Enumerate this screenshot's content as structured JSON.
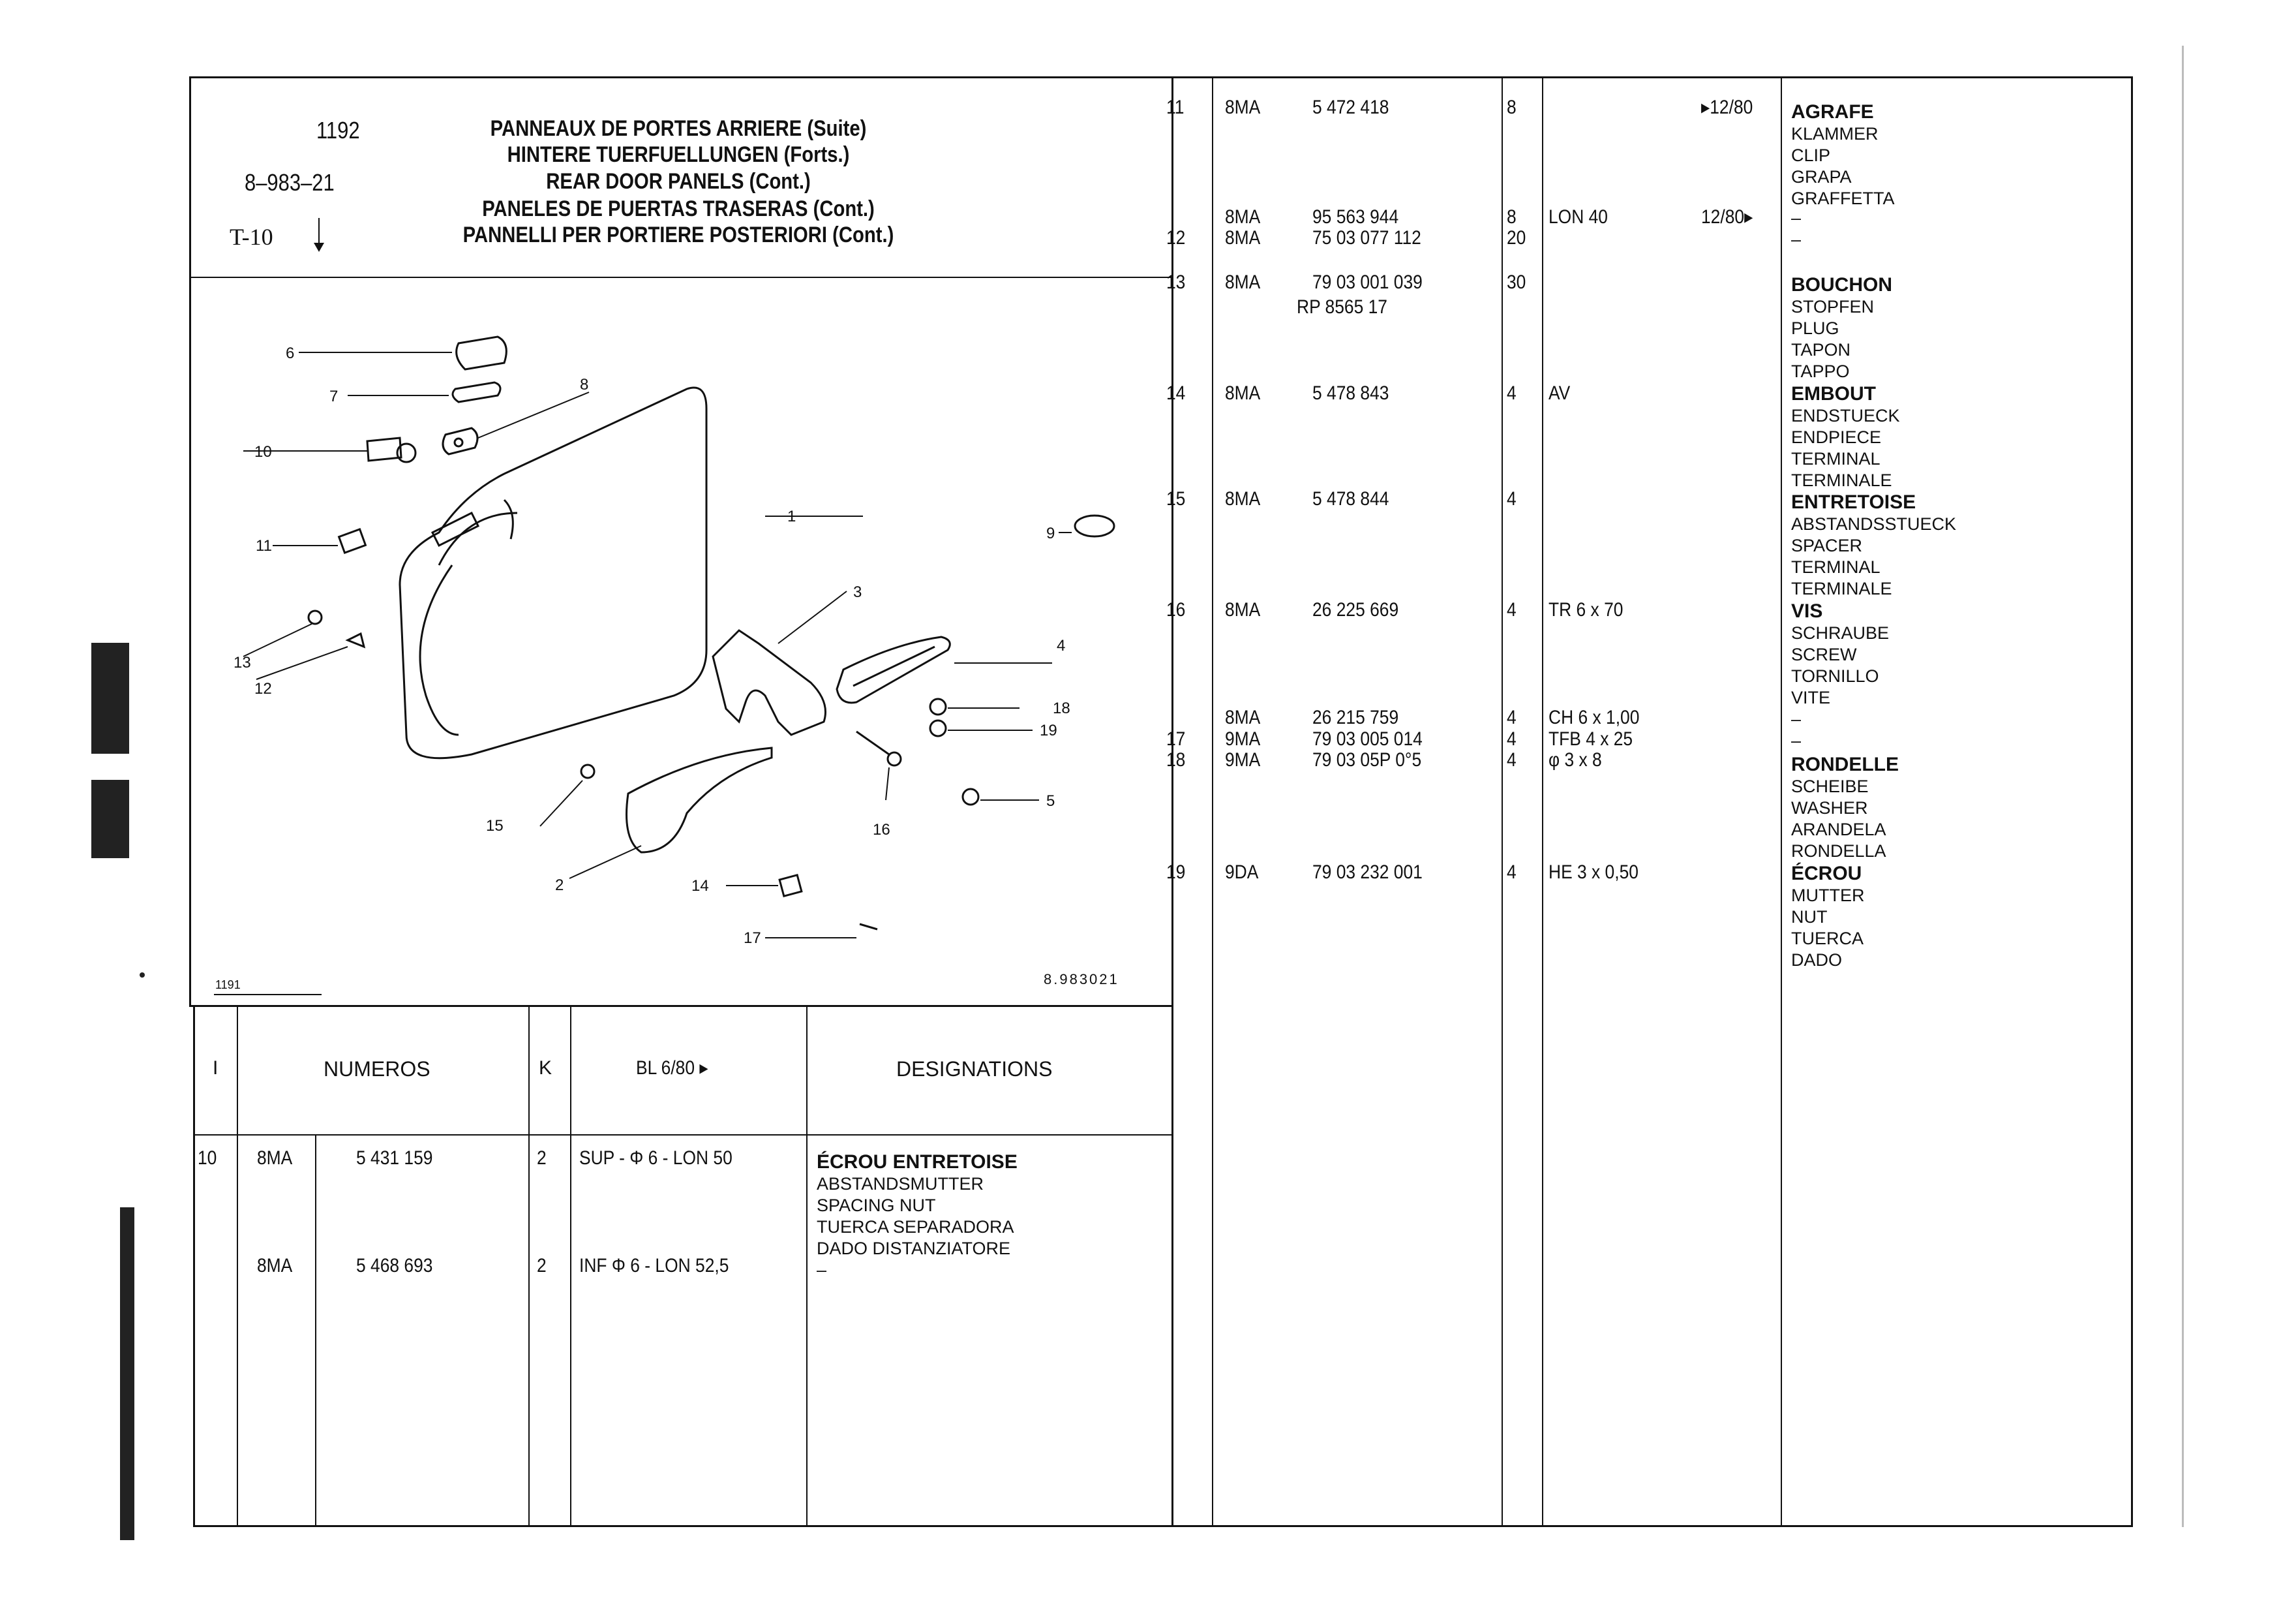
{
  "header": {
    "page_number": "1192",
    "ref_code": "8–983–21",
    "section_code": "T-10",
    "titles": [
      "PANNEAUX DE PORTES ARRIERE (Suite)",
      "HINTERE TUERFUELLUNGEN (Forts.)",
      "REAR DOOR PANELS (Cont.)",
      "PANELES DE PUERTAS TRASERAS (Cont.)",
      "PANNELLI PER PORTIERE POSTERIORI (Cont.)"
    ]
  },
  "diagram": {
    "figure_left_label": "1191",
    "figure_right_label": "8.983021",
    "callouts": [
      "1",
      "2",
      "3",
      "4",
      "5",
      "6",
      "7",
      "8",
      "9",
      "10",
      "11",
      "12",
      "13",
      "14",
      "15",
      "16",
      "17",
      "18",
      "19"
    ]
  },
  "table_header": {
    "col_index": "I",
    "col_numbers": "NUMEROS",
    "col_qty": "K",
    "col_remark": "BL 6/80 ▸",
    "col_designations": "DESIGNATIONS"
  },
  "left_rows": [
    {
      "index": "10",
      "prefix": "8MA",
      "number": "5 431 159",
      "qty": "2",
      "remark": "SUP - Φ 6 - LON 50"
    },
    {
      "index": "",
      "prefix": "8MA",
      "number": "5 468 693",
      "qty": "2",
      "remark": "INF Φ 6 - LON 52,5"
    }
  ],
  "left_designation": {
    "title": "ÉCROU ENTRETOISE",
    "lines": [
      "ABSTANDSMUTTER",
      "SPACING NUT",
      "TUERCA SEPARADORA",
      "DADO DISTANZIATORE",
      "–"
    ]
  },
  "right_rows": [
    {
      "index": "11",
      "prefix": "8MA",
      "number": "5 472 418",
      "sub": "",
      "qty": "8",
      "remark": "",
      "date": "▸12/80"
    },
    {
      "index": "",
      "prefix": "8MA",
      "number": "95 563 944",
      "sub": "",
      "qty": "8",
      "remark": "LON 40",
      "date": "12/80▸"
    },
    {
      "index": "12",
      "prefix": "8MA",
      "number": "75 03 077 112",
      "sub": "",
      "qty": "20",
      "remark": "",
      "date": ""
    },
    {
      "index": "13",
      "prefix": "8MA",
      "number": "79 03 001 039",
      "sub": "RP 8565 17",
      "qty": "30",
      "remark": "",
      "date": ""
    },
    {
      "index": "14",
      "prefix": "8MA",
      "number": "5 478 843",
      "sub": "",
      "qty": "4",
      "remark": "AV",
      "date": ""
    },
    {
      "index": "15",
      "prefix": "8MA",
      "number": "5 478 844",
      "sub": "",
      "qty": "4",
      "remark": "",
      "date": ""
    },
    {
      "index": "16",
      "prefix": "8MA",
      "number": "26 225 669",
      "sub": "",
      "qty": "4",
      "remark": "TR 6 x 70",
      "date": ""
    },
    {
      "index": "",
      "prefix": "8MA",
      "number": "26 215 759",
      "sub": "",
      "qty": "4",
      "remark": "CH 6 x 1,00",
      "date": ""
    },
    {
      "index": "17",
      "prefix": "9MA",
      "number": "79 03 005 014",
      "sub": "",
      "qty": "4",
      "remark": "TFB 4 x 25",
      "date": ""
    },
    {
      "index": "18",
      "prefix": "9MA",
      "number": "79 03 05P 0°5",
      "sub": "",
      "qty": "4",
      "remark": "φ 3 x 8",
      "date": ""
    },
    {
      "index": "19",
      "prefix": "9DA",
      "number": "79 03 232 001",
      "sub": "",
      "qty": "4",
      "remark": "HE 3 x 0,50",
      "date": ""
    }
  ],
  "right_designations": [
    {
      "title": "AGRAFE",
      "lines": [
        "KLAMMER",
        "CLIP",
        "GRAPA",
        "GRAFFETTA"
      ]
    },
    {
      "title": "",
      "lines": [
        "–",
        "–"
      ]
    },
    {
      "title": "BOUCHON",
      "lines": [
        "STOPFEN",
        "PLUG",
        "TAPON",
        "TAPPO"
      ]
    },
    {
      "title": "EMBOUT",
      "lines": [
        "ENDSTUECK",
        "ENDPIECE",
        "TERMINAL",
        "TERMINALE"
      ]
    },
    {
      "title": "ENTRETOISE",
      "lines": [
        "ABSTANDSSTUECK",
        "SPACER",
        "TERMINAL",
        "TERMINALE"
      ]
    },
    {
      "title": "VIS",
      "lines": [
        "SCHRAUBE",
        "SCREW",
        "TORNILLO",
        "VITE",
        "–",
        "–"
      ]
    },
    {
      "title": "RONDELLE",
      "lines": [
        "SCHEIBE",
        "WASHER",
        "ARANDELA",
        "RONDELLA"
      ]
    },
    {
      "title": "ÉCROU",
      "lines": [
        "MUTTER",
        "NUT",
        "TUERCA",
        "DADO"
      ]
    }
  ]
}
